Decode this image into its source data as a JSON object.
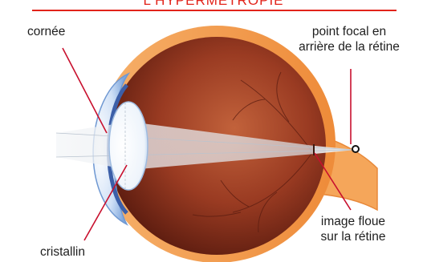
{
  "title": "L'HYPERMÉTROPIE",
  "labels": {
    "cornea": "cornée",
    "focal_point_line1": "point focal en",
    "focal_point_line2": "arrière de la rétine",
    "lens": "cristallin",
    "blurred_image_line1": "image floue",
    "blurred_image_line2": "sur la rétine"
  },
  "colors": {
    "title": "#e2231a",
    "sclera": "#f29a4a",
    "eye_interior": "#8a2f1d",
    "cornea": "#a9c8ee",
    "pointer_lines": "#c8102e",
    "light_beam": "#dfe3e8"
  }
}
